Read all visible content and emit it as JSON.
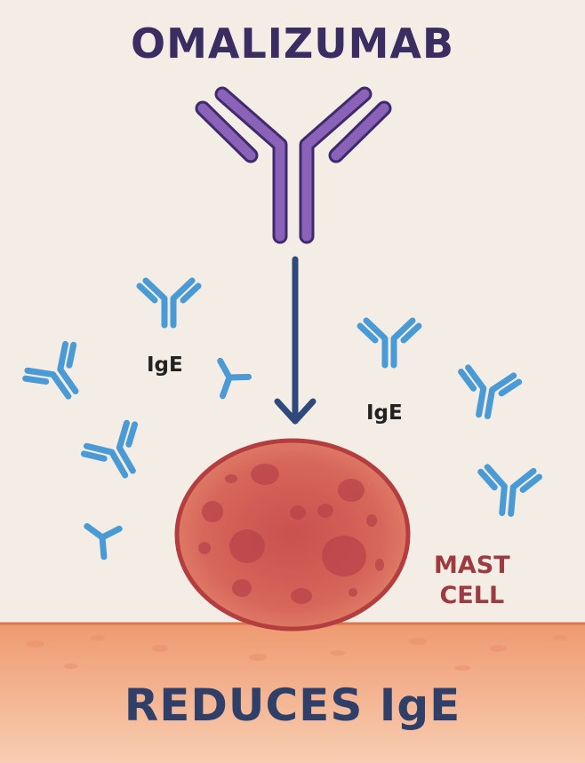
{
  "title": "OMALIZUMAB",
  "labels": {
    "ige_left": "IgE",
    "ige_right": "IgE",
    "mast_line1": "MAST",
    "mast_line2": "CELL"
  },
  "caption": "REDUCES IgE",
  "colors": {
    "background": "#f4ede6",
    "omalizumab": "#8a62b8",
    "ige": "#4a9ad6",
    "arrow": "#2f4a7a",
    "mast_cell": "#d9705f",
    "tissue": "#f2a77f"
  }
}
